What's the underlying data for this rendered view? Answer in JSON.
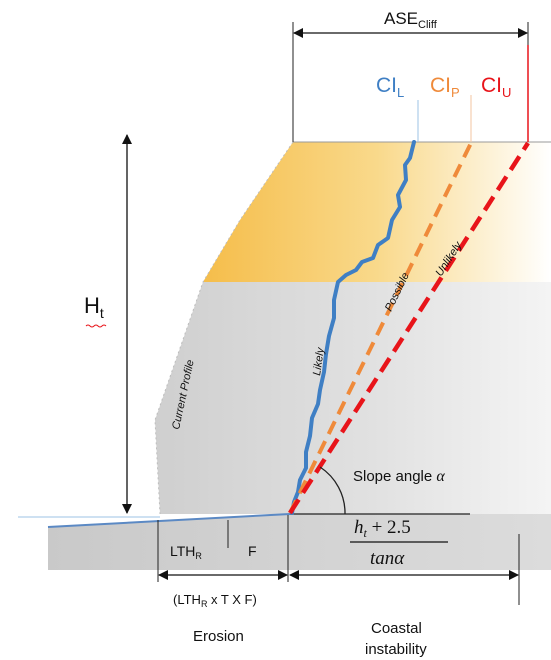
{
  "colors": {
    "likely": "#3f7fc4",
    "possible": "#ef8a3a",
    "unlikely": "#e8141a",
    "upper_layer": "#f5bd4a",
    "lower_layer": "#d6d6d6",
    "foreshore": "#cfcfcf",
    "beach_line": "#5b89c4",
    "ci_marker_blue": "#9ec3e6",
    "ci_marker_orange": "#f3c6a2",
    "ci_marker_red": "#e8141a"
  },
  "top_label": {
    "main": "ASE",
    "sub": "Cliff"
  },
  "ci_labels": [
    {
      "main": "CI",
      "sub": "L"
    },
    {
      "main": "CI",
      "sub": "P"
    },
    {
      "main": "CI",
      "sub": "U"
    }
  ],
  "height_label": {
    "main": "H",
    "sub": "t"
  },
  "lines": {
    "current_profile": "Current Profile",
    "likely": "Likely",
    "possible": "Possible",
    "unlikely": "Unlikely"
  },
  "slope_label": {
    "text": "Slope angle ",
    "symbol": "α"
  },
  "formula": {
    "numerator_var": "h",
    "numerator_sub": "t",
    "numerator_rest": " + 2.5",
    "denominator": "tanα"
  },
  "erosion_box": {
    "lth_main": "LTH",
    "lth_sub": "R",
    "f": "F"
  },
  "erosion_formula": {
    "open": "(LTH",
    "sub": "R",
    "rest": " x T X F)"
  },
  "bottom_labels": {
    "erosion": "Erosion",
    "coastal_line1": "Coastal",
    "coastal_line2": "instability"
  }
}
